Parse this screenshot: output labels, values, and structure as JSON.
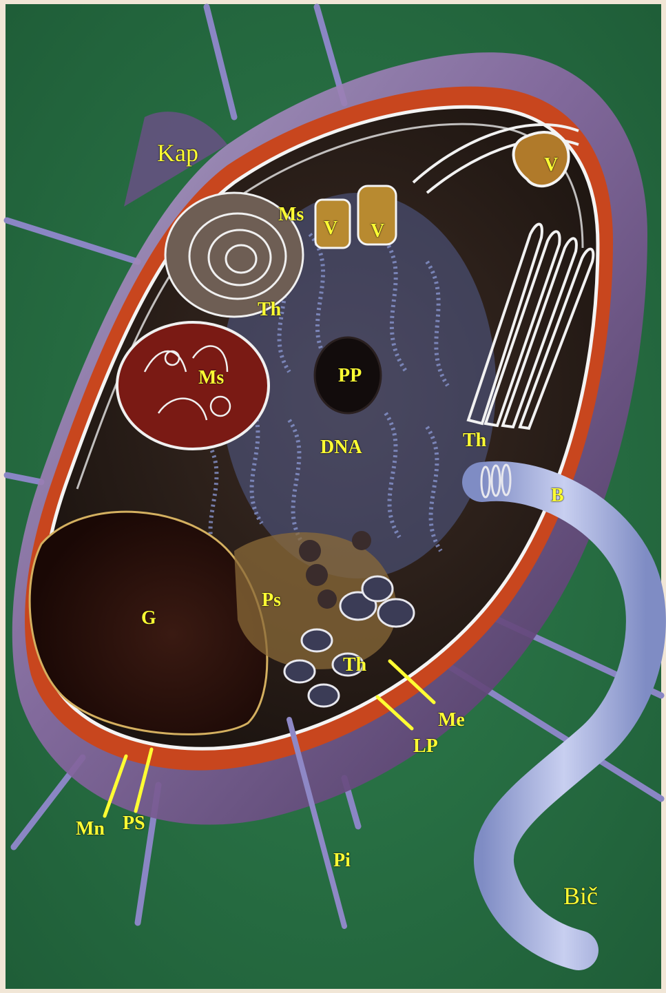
{
  "colors": {
    "background_green": "#2e7a4a",
    "label_yellow": "#ffff33",
    "membrane_white": "#f4f4f4",
    "capsule_violet": "#8a6aa4",
    "cell_wall_red": "#d8481f",
    "cytoplasm_dark": "#221913",
    "flagellum_blue": "#9aa6d8"
  },
  "labels": {
    "kap": "Kap",
    "ms_top": "Ms",
    "v_left": "V",
    "v_mid": "V",
    "v_right": "V",
    "th_top": "Th",
    "ms_left": "Ms",
    "pp": "PP",
    "dna": "DNA",
    "th_right": "Th",
    "b": "B",
    "g": "G",
    "ps_small": "Ps",
    "th_bottom": "Th",
    "me": "Me",
    "lp": "LP",
    "mn": "Mn",
    "ps_caps": "PS",
    "pi": "Pi",
    "bic": "Bič"
  }
}
